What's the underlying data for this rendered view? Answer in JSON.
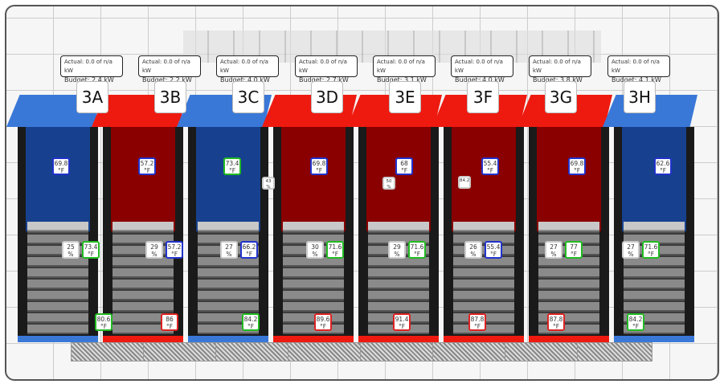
{
  "colors": {
    "cool": "#2233cc",
    "ok": "#22bb22",
    "hot": "#dd2222",
    "rack_blue": "#3a78d8",
    "rack_red": "#ee1a10",
    "rack_blue_dark": "#17418f",
    "rack_red_dark": "#8a0000"
  },
  "racks": [
    {
      "id": "3A",
      "actual": "Actual: 0.0 of n/a kW",
      "budget": "Budget: 2.4 kW",
      "color": "blue",
      "top_temp": "69.8",
      "top_status": "cool",
      "pct": "25",
      "mid_temp": "73.4",
      "mid_status": "ok",
      "bottom_temp": "80.6",
      "bottom_status": "ok"
    },
    {
      "id": "3B",
      "actual": "Actual: 0.0 of n/a kW",
      "budget": "Budget: 2.2 kW",
      "color": "red",
      "top_temp": "57.2",
      "top_status": "cool",
      "pct": "29",
      "mid_temp": "57.2",
      "mid_status": "cool",
      "bottom_temp": "86",
      "bottom_status": "hot"
    },
    {
      "id": "3C",
      "actual": "Actual: 0.0 of n/a kW",
      "budget": "Budget: 4.0 kW",
      "color": "blue",
      "top_temp": "73.4",
      "top_status": "ok",
      "pct": "27",
      "mid_temp": "66.2",
      "mid_status": "cool",
      "bottom_temp": "84.2",
      "bottom_status": "ok"
    },
    {
      "id": "3D",
      "actual": "Actual: 0.0 of n/a kW",
      "budget": "Budget: 2.7 kW",
      "color": "red",
      "top_temp": "69.8",
      "top_status": "cool",
      "pct": "30",
      "mid_temp": "71.6",
      "mid_status": "ok",
      "bottom_temp": "89.6",
      "bottom_status": "hot"
    },
    {
      "id": "3E",
      "actual": "Actual: 0.0 of n/a kW",
      "budget": "Budget: 3.1 kW",
      "color": "red",
      "top_temp": "68",
      "top_status": "cool",
      "pct": "29",
      "mid_temp": "71.6",
      "mid_status": "ok",
      "bottom_temp": "91.4",
      "bottom_status": "hot"
    },
    {
      "id": "3F",
      "actual": "Actual: 0.0 of n/a kW",
      "budget": "Budget: 4.0 kW",
      "color": "red",
      "top_temp": "55.4",
      "top_status": "cool",
      "pct": "26",
      "mid_temp": "55.4",
      "mid_status": "cool",
      "bottom_temp": "87.8",
      "bottom_status": "hot"
    },
    {
      "id": "3G",
      "actual": "Actual: 0.0 of n/a kW",
      "budget": "Budget: 3.8 kW",
      "color": "red",
      "top_temp": "69.8",
      "top_status": "cool",
      "pct": "27",
      "mid_temp": "77",
      "mid_status": "ok",
      "bottom_temp": "87.8",
      "bottom_status": "hot"
    },
    {
      "id": "3H",
      "actual": "Actual: 0.0 of n/a kW",
      "budget": "Budget: 4.1 kW",
      "color": "blue",
      "top_temp": "62.6",
      "top_status": "cool",
      "pct": "27",
      "mid_temp": "71.6",
      "mid_status": "ok",
      "bottom_temp": "84.2",
      "bottom_status": "ok"
    }
  ],
  "units": {
    "temp": "°F",
    "pct": "%"
  },
  "background_labels": [
    {
      "text": "43",
      "unit": "%"
    },
    {
      "text": "50",
      "unit": "%"
    },
    {
      "text": "84.2",
      "unit": ""
    }
  ]
}
